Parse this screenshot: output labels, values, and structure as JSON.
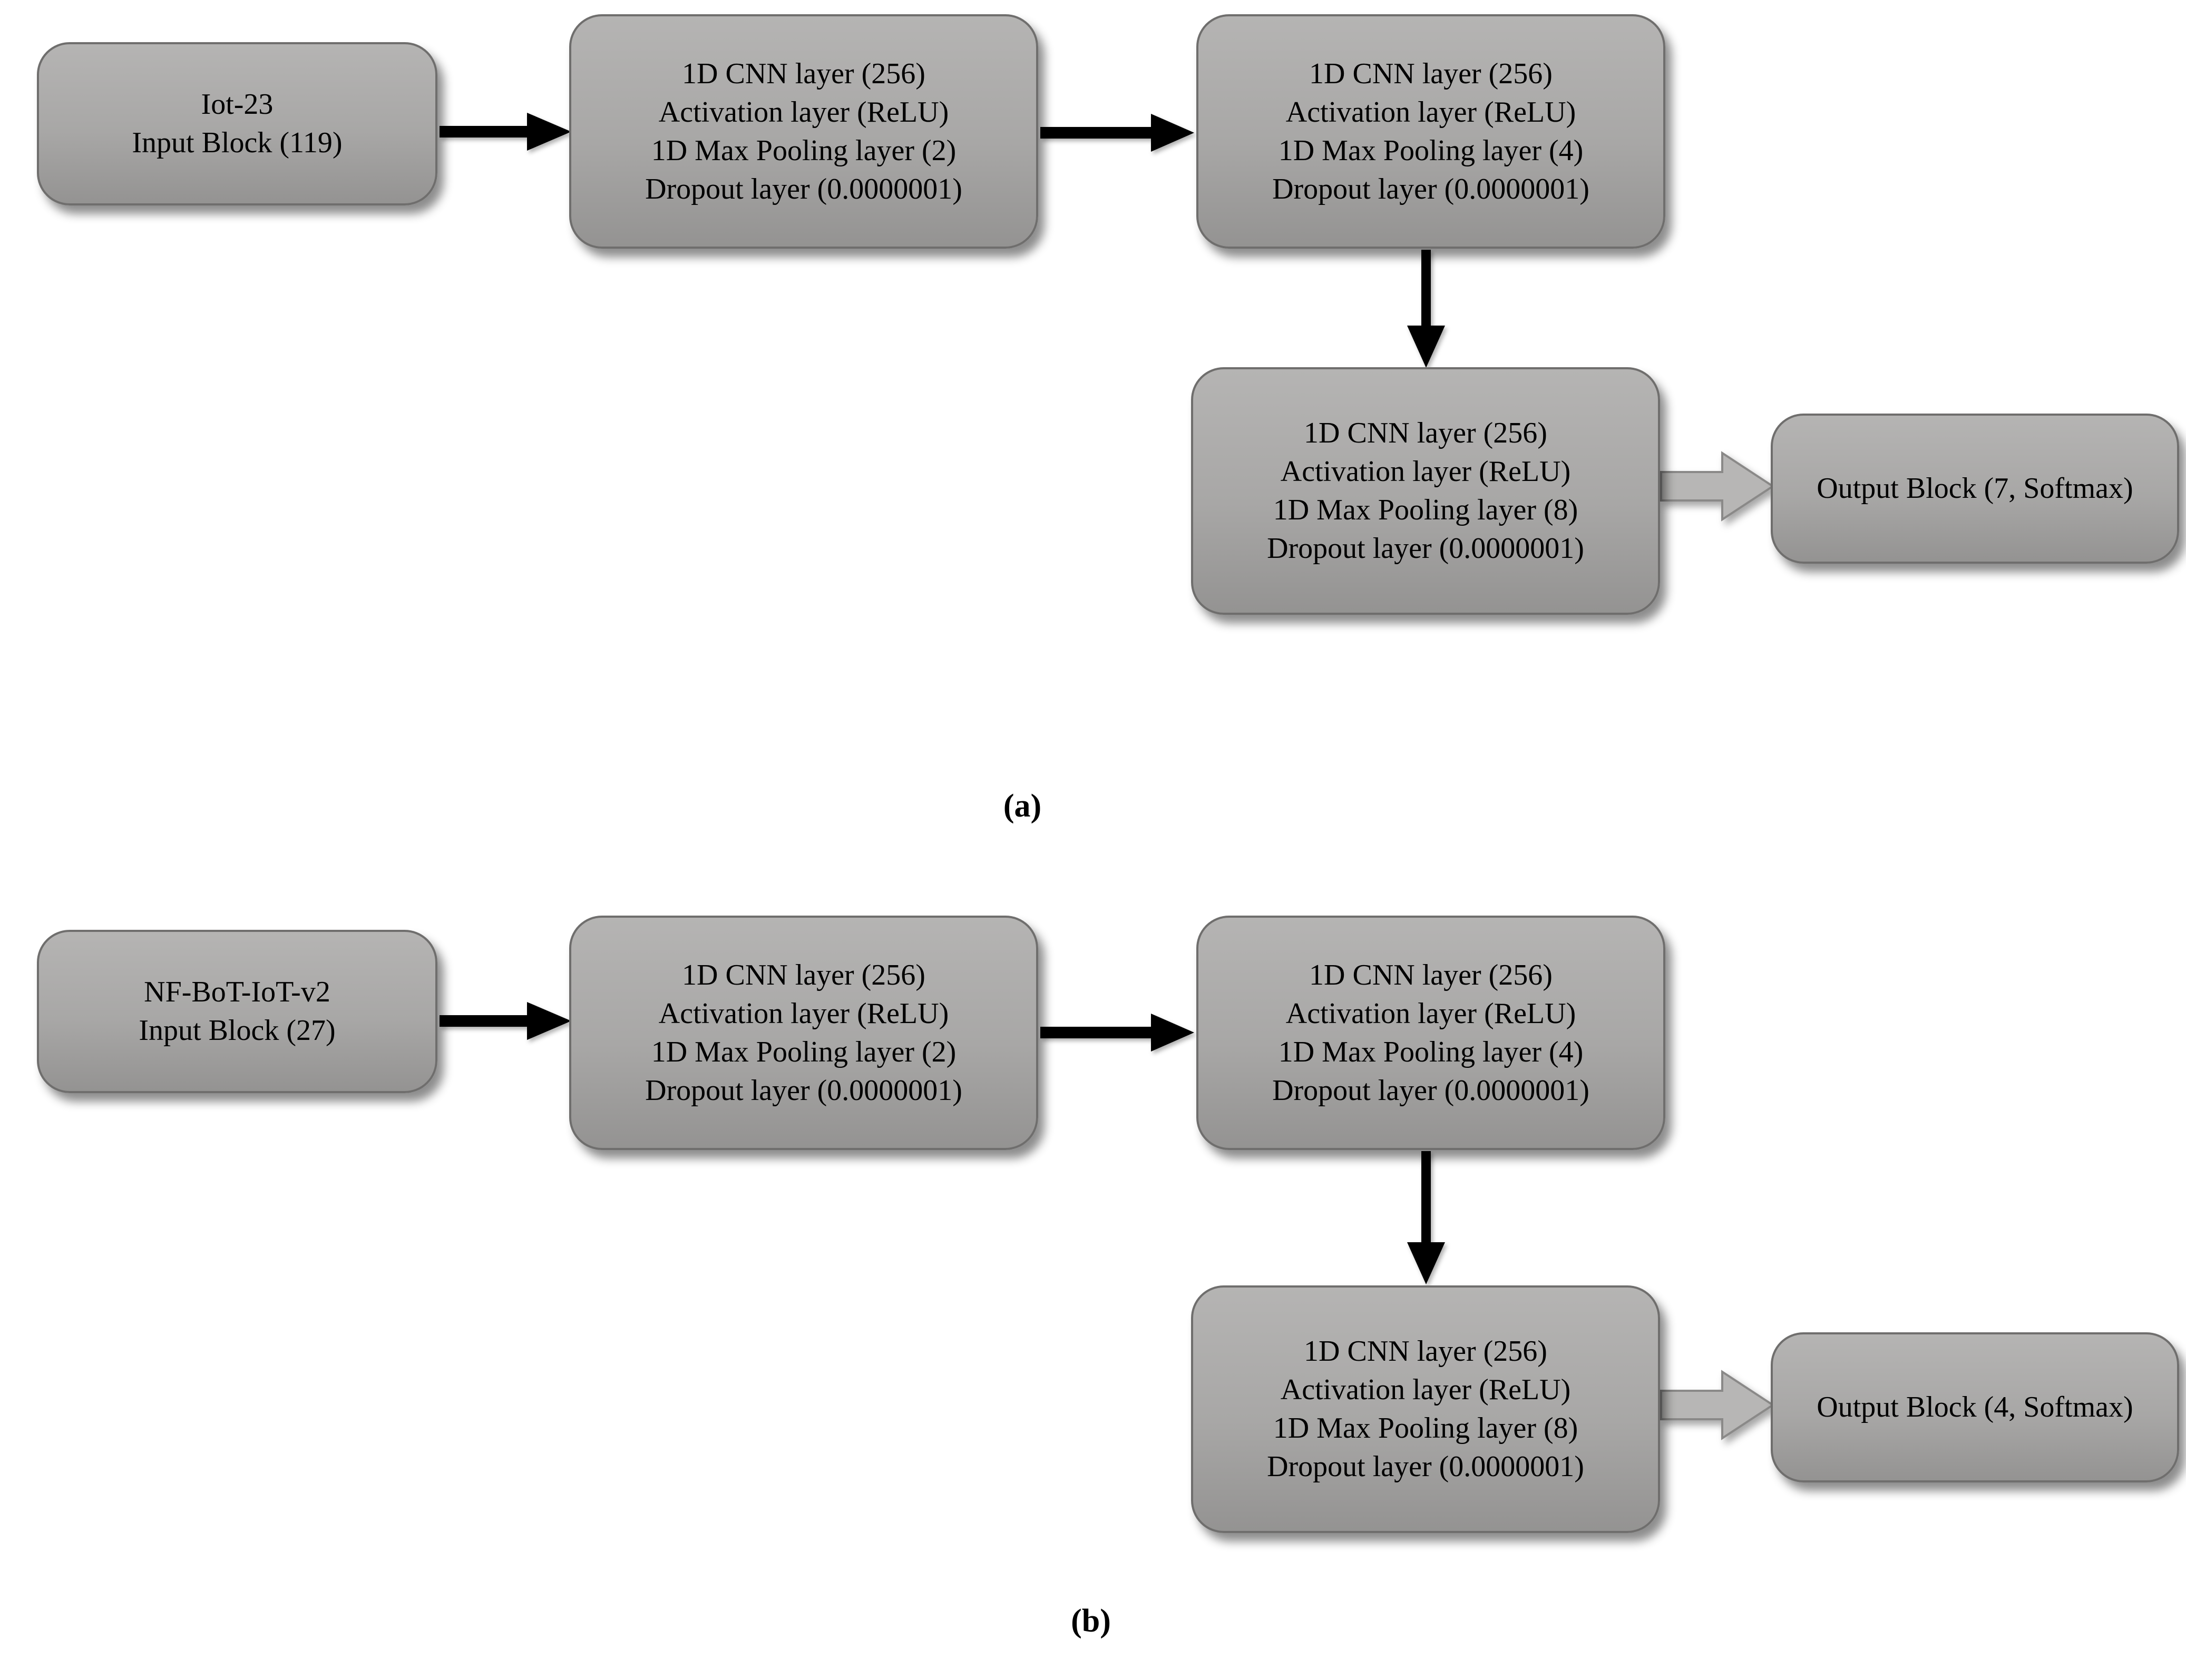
{
  "figure": {
    "panels": [
      {
        "caption": "(a)",
        "input_block": {
          "lines": [
            "Iot-23",
            "Input Block (119)"
          ]
        },
        "cnn_blocks": [
          {
            "lines": [
              "1D CNN layer (256)",
              "Activation layer (ReLU)",
              "1D Max Pooling layer (2)",
              "Dropout layer (0.0000001)"
            ]
          },
          {
            "lines": [
              "1D CNN layer (256)",
              "Activation layer (ReLU)",
              "1D Max Pooling layer (4)",
              "Dropout layer (0.0000001)"
            ]
          },
          {
            "lines": [
              "1D CNN layer (256)",
              "Activation layer (ReLU)",
              "1D Max Pooling layer (8)",
              "Dropout layer (0.0000001)"
            ]
          }
        ],
        "output_block": {
          "label": "Output Block (7, Softmax)"
        }
      },
      {
        "caption": "(b)",
        "input_block": {
          "lines": [
            "NF-BoT-IoT-v2",
            "Input Block (27)"
          ]
        },
        "cnn_blocks": [
          {
            "lines": [
              "1D CNN layer (256)",
              "Activation layer (ReLU)",
              "1D Max Pooling layer (2)",
              "Dropout layer (0.0000001)"
            ]
          },
          {
            "lines": [
              "1D CNN layer (256)",
              "Activation layer (ReLU)",
              "1D Max Pooling layer (4)",
              "Dropout layer (0.0000001)"
            ]
          },
          {
            "lines": [
              "1D CNN layer (256)",
              "Activation layer (ReLU)",
              "1D Max Pooling layer (8)",
              "Dropout layer (0.0000001)"
            ]
          }
        ],
        "output_block": {
          "label": "Output Block (4, Softmax)"
        }
      }
    ],
    "colors": {
      "background": "#ffffff",
      "box_fill_top": "#b5b4b3",
      "box_fill_bottom": "#949392",
      "box_border": "#6f6e6d",
      "black_arrow": "#000000",
      "gray_arrow_fill": "#b7b6b5",
      "gray_arrow_border": "#8a8988",
      "text": "#000000"
    }
  }
}
